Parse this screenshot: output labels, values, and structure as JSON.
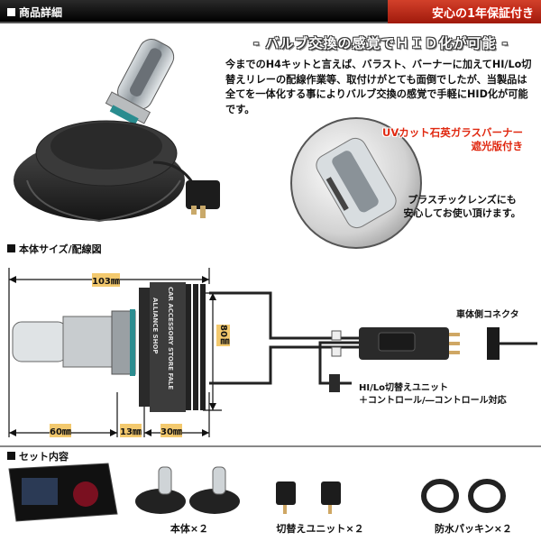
{
  "header": {
    "title": "商品詳細",
    "badge": "安心の1年保証付き"
  },
  "intro": {
    "headline": "- バルブ交換の感覚でＨＩＤ化が可能 -",
    "description": "今までのH4キットと言えば、バラスト、バーナーに加えてHI/Lo切替えリレーの配線作業等、取付けがとても面倒でしたが、当製品は全てを一体化する事によりバルブ交換の感覚で手軽にHID化が可能です。",
    "uv_label_line1": "UVカット石英ガラスバーナー",
    "uv_label_line2": "遮光版付き",
    "lens_note_line1": "プラスチックレンズにも",
    "lens_note_line2": "安心してお使い頂けます。"
  },
  "diagram": {
    "section_title": "本体サイズ/配線図",
    "dim_total": "103㎜",
    "dim_left": "60㎜",
    "dim_mid": "13㎜",
    "dim_right": "30㎜",
    "dim_height": "80㎜",
    "vehicle_connector": "車体側コネクタ",
    "switch_unit_line1": "HI/Lo切替えユニット",
    "switch_unit_line2": "＋コントロール/―コントロール対応",
    "body_print_1": "ALLIANCE SHOP",
    "body_print_2": "CAR ACCESSORY STORE FALE"
  },
  "set_contents": {
    "section_title": "セット内容",
    "item_body": "本体×２",
    "item_switch": "切替えユニット×２",
    "item_packing": "防水パッキン×２"
  },
  "colors": {
    "header_bg": "#111111",
    "badge_bg": "#c02c16",
    "uv_label": "#e02810",
    "dim_highlight": "#f3c96e"
  }
}
